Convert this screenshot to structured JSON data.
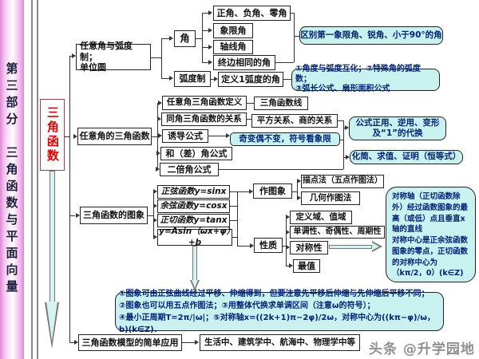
{
  "banner": "第三部分　三角函数与平面向量",
  "watermark": "头条 @升学园地",
  "colors": {
    "accent_red": "#dd0000",
    "cyan_box_bg": "#c9f1ef",
    "cyan_box_text": "#002277",
    "banner_pink": "#f3b7ec",
    "line_color": "#333333"
  },
  "n": {
    "root": "三角函数",
    "b1": "任意角与弧度制；\n单位圆",
    "jiao": "角",
    "zhengjiao": "正角、负角、零角",
    "xiangxian": "象限角",
    "zhouxian": "轴线角",
    "zhongbian": "终边相同的角",
    "hudu": "弧度制",
    "dingyi1": "定义1弧度的角",
    "cyan1": "区别第一象限角、锐角、小于90°的角",
    "cyan2": "①角度与弧度互化；②特殊角的弧度数；\n③弧长公式、扇形面积公式",
    "b2": "任意角的三角函数",
    "dingyi2": "任意角三角函数定义",
    "sanjiaoxian": "三角函数线",
    "tongjiao": "同角三角函数的关系",
    "pingfang": "平方关系、商的关系",
    "youdao": "诱导公式",
    "cyan3": "奇变偶不变，符号看象限",
    "hecha": "和（差）角公式",
    "erbei": "二倍角公式",
    "cyan4": "公式正用、逆用、变形\n及“1”的代换",
    "cyan5": "化简、求值、证明（恒等式）",
    "b3": "三角函数的图象",
    "sinx": "正弦函数y=sinx",
    "cosx": "余弦函数y=cosx",
    "tanx": "正切函数y=tanx",
    "asin": "y=Asin（ωx+φ）+b",
    "zuotuxiang": "作图象",
    "miaodian": "描点法（五点作图法）",
    "jihe": "几何作图法",
    "xingzhi": "性质",
    "dingyiyu": "定义域、值域",
    "dandiao": "单调性、奇偶性、周期性",
    "duichen": "对称性",
    "zuizhi": "最值",
    "cyanbig": "对称轴（正切函数除外）经过函数图象的最高（或低）点且垂直x轴的直线\n对称中心是正余弦函数图象的零点，正切函数的对称中心为（kπ/2，0）(k∈Z)",
    "cyanbottom": "①图象可由正弦曲线经过平移、伸缩得到，但要注意先平移后伸缩与先伸缩后平移不同；\n②图象也可以用五点作图法；③用整体代换求单调区间（注意ω的符号）；\n④最小正周期T=2π/|ω|；⑤对称轴x=((2k+1)π−2φ)/2ω，对称中心为((kπ−φ)/ω，b)(k∈Z)．",
    "b4": "三角函数模型的简单应用",
    "yingyong": "生活中、建筑学中、航海中、物理学中等"
  }
}
